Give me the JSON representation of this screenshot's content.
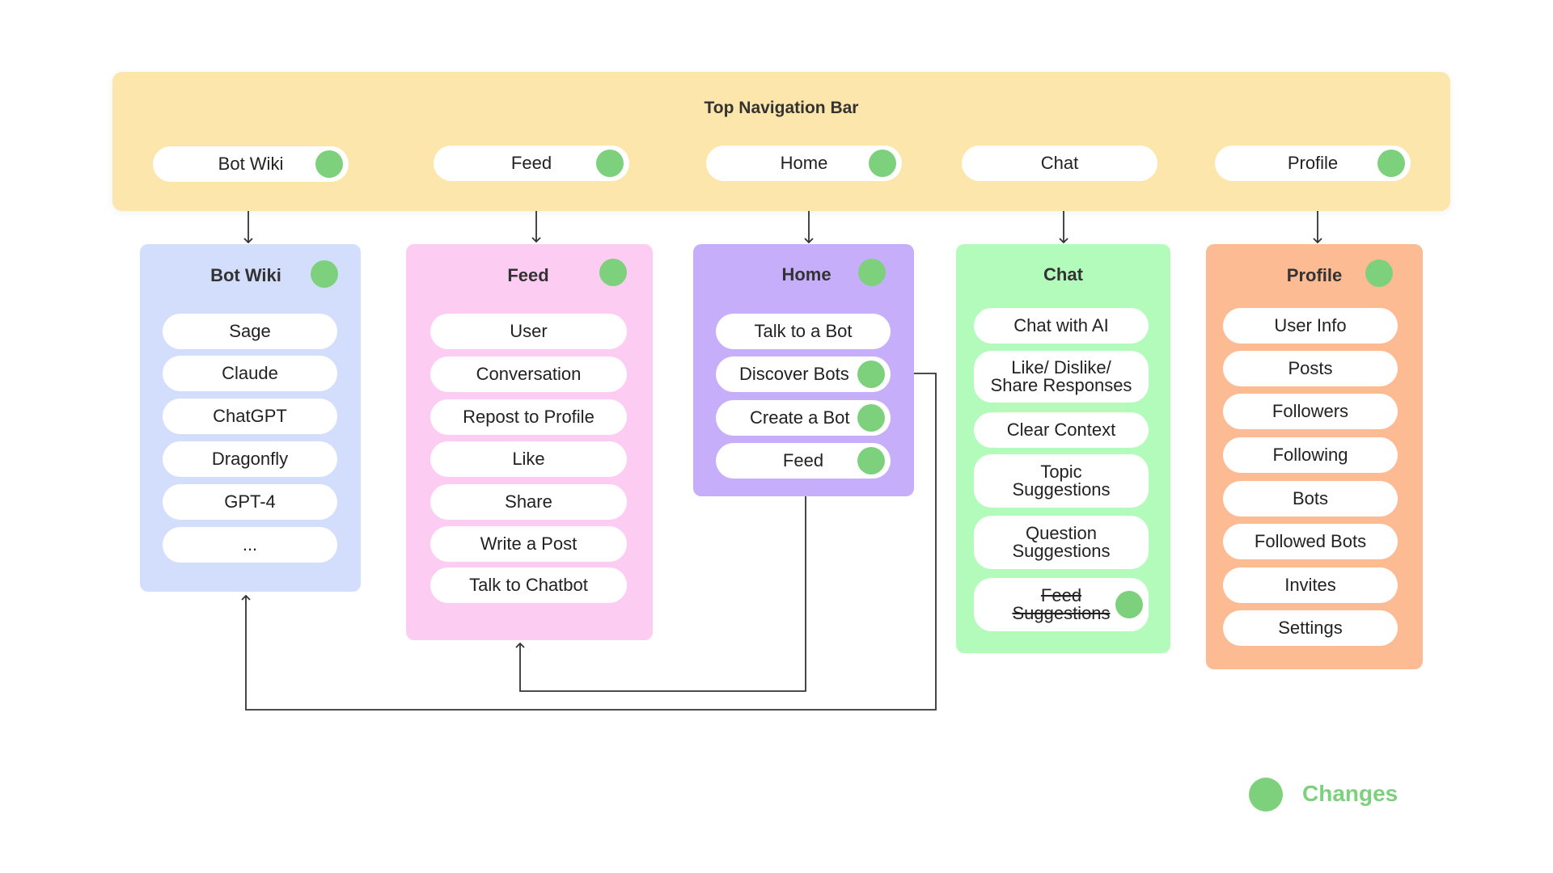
{
  "colors": {
    "change_dot": "#7dd17d",
    "top_bar": "#fde6ab",
    "bot_wiki": "#d3defd",
    "feed": "#fdccf3",
    "home": "#c7aefb",
    "chat": "#b3fbbb",
    "profile": "#fdbb93",
    "connector": "#333333"
  },
  "top_nav": {
    "title": "Top Navigation Bar",
    "tabs": [
      {
        "label": "Bot Wiki",
        "changed": true
      },
      {
        "label": "Feed",
        "changed": true
      },
      {
        "label": "Home",
        "changed": true
      },
      {
        "label": "Chat",
        "changed": false
      },
      {
        "label": "Profile",
        "changed": true
      }
    ]
  },
  "sections": {
    "bot_wiki": {
      "title": "Bot Wiki",
      "changed": true,
      "items": [
        "Sage",
        "Claude",
        "ChatGPT",
        "Dragonfly",
        "GPT-4",
        "..."
      ]
    },
    "feed": {
      "title": "Feed",
      "changed": true,
      "items": [
        "User",
        "Conversation",
        "Repost to Profile",
        "Like",
        "Share",
        "Write a Post",
        "Talk to Chatbot"
      ]
    },
    "home": {
      "title": "Home",
      "changed": true,
      "items": [
        {
          "label": "Talk to a Bot",
          "changed": false
        },
        {
          "label": "Discover Bots",
          "changed": true
        },
        {
          "label": "Create a Bot",
          "changed": true
        },
        {
          "label": "Feed",
          "changed": true
        }
      ]
    },
    "chat": {
      "title": "Chat",
      "items": [
        {
          "lines": [
            "Chat with AI"
          ]
        },
        {
          "lines": [
            "Like/ Dislike/",
            "Share Responses"
          ]
        },
        {
          "lines": [
            "Clear Context"
          ]
        },
        {
          "lines": [
            "Topic",
            "Suggestions"
          ]
        },
        {
          "lines": [
            "Question",
            "Suggestions"
          ]
        },
        {
          "lines": [
            "Feed",
            "Suggestions"
          ],
          "struck": true,
          "changed": true
        }
      ]
    },
    "profile": {
      "title": "Profile",
      "changed": true,
      "items": [
        "User Info",
        "Posts",
        "Followers",
        "Following",
        "Bots",
        "Followed Bots",
        "Invites",
        "Settings"
      ]
    }
  },
  "legend": {
    "label": "Changes"
  }
}
